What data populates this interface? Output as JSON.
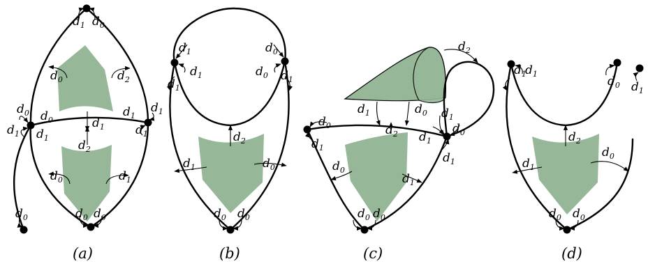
{
  "captions": [
    "(a)",
    "(b)",
    "(c)",
    "(d)"
  ],
  "dart_labels": {
    "d0": {
      "base": "d",
      "sub": "0"
    },
    "d1": {
      "base": "d",
      "sub": "1"
    },
    "d2": {
      "base": "d",
      "sub": "2"
    }
  },
  "colors": {
    "face": "#96b898",
    "edge": "#000000",
    "background": "#ffffff"
  }
}
